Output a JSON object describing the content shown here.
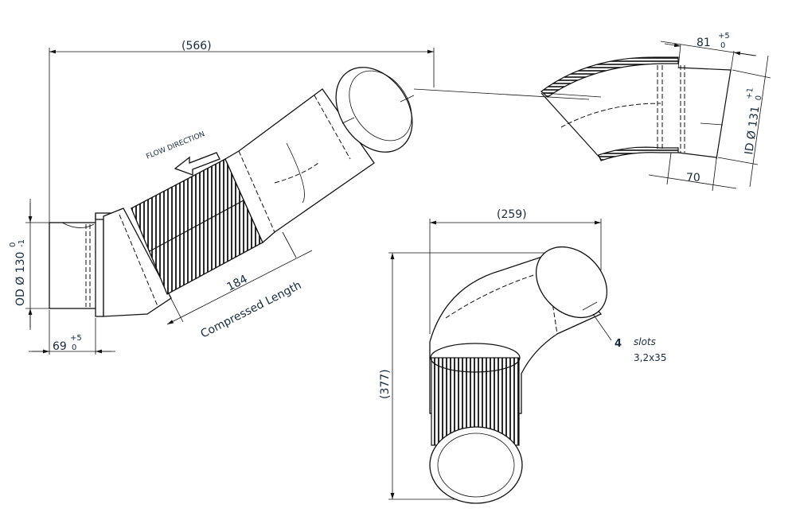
{
  "overall_length": "(566)",
  "flow_direction": "FLOW DIRECTION",
  "od_label": "OD Ø 130",
  "od_tol_upper": "0",
  "od_tol_lower": "-1",
  "left_length": "69",
  "left_tol_upper": "+5",
  "left_tol_lower": "0",
  "compressed_value": "184",
  "compressed_label": "Compressed Length",
  "detail_length": "81",
  "detail_tol_upper": "+5",
  "detail_tol_lower": "0",
  "id_label": "ID Ø 131",
  "id_tol_upper": "+1",
  "id_tol_lower": "0",
  "detail_inner": "70",
  "bottom_width": "(259)",
  "bottom_height": "(377)",
  "slots_count": "4",
  "slots_label": "slots",
  "slots_size": "3,2x35"
}
